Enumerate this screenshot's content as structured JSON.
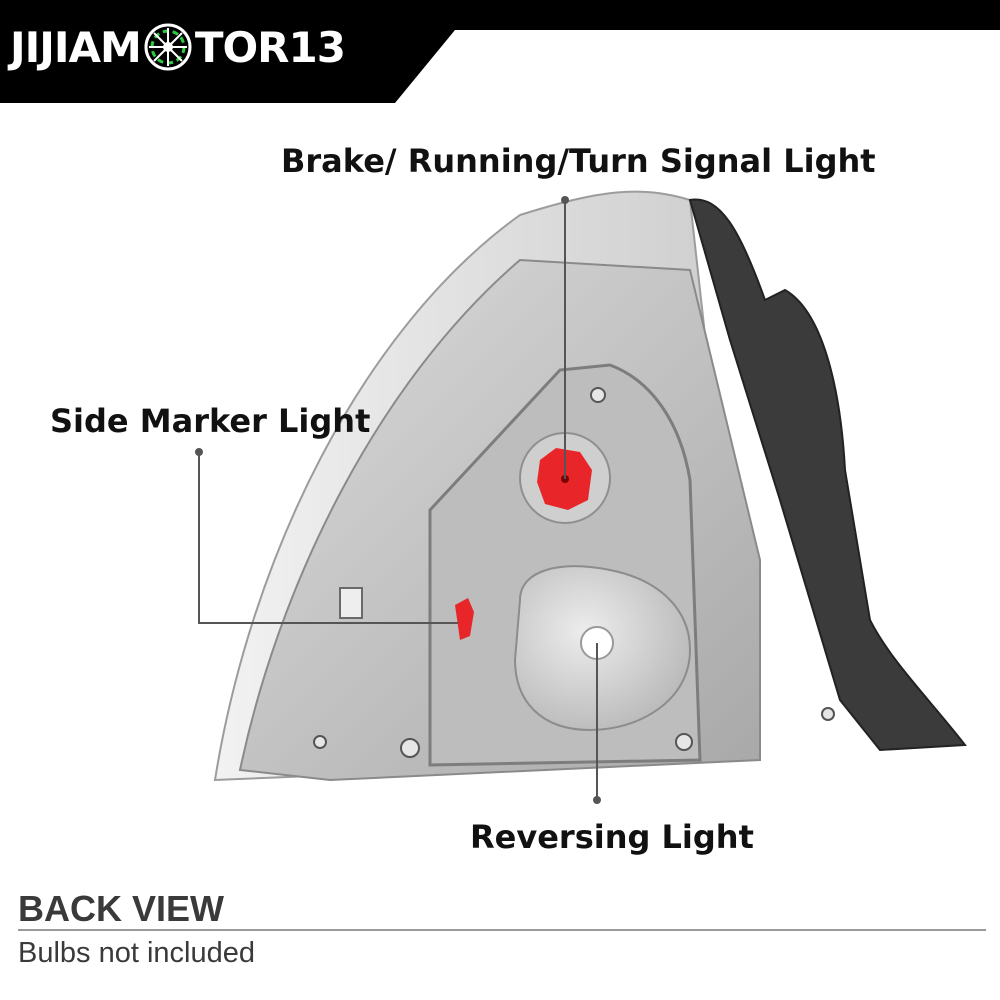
{
  "brand": {
    "prefix": "JIJIAM",
    "suffix": "TOR13"
  },
  "callouts": {
    "brake": "Brake/ Running/Turn Signal Light",
    "side_marker": "Side Marker Light",
    "reversing": "Reversing Light"
  },
  "footer": {
    "title": "BACK VIEW",
    "note": "Bulbs not included"
  },
  "colors": {
    "banner": "#000000",
    "socket_red": "#e8262a",
    "housing_gray": "#c4c4c4",
    "gasket_dark": "#3b3b3b"
  }
}
